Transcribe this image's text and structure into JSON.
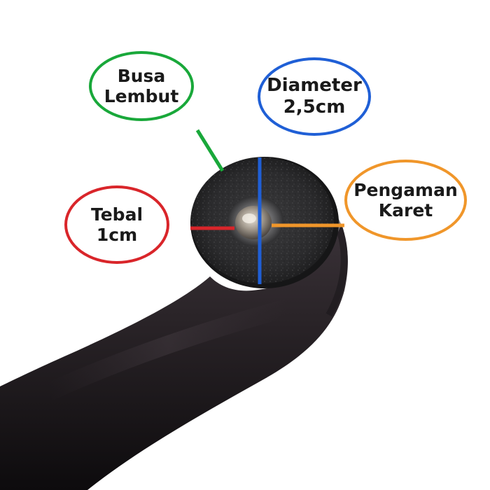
{
  "labels": {
    "busa": {
      "line1": "Busa",
      "line2": "Lembut",
      "color": "#19a83a"
    },
    "diameter": {
      "line1": "Diameter",
      "line2": "2,5cm",
      "color": "#1f5fd6"
    },
    "tebal": {
      "line1": "Tebal",
      "line2": "1cm",
      "color": "#d9252a"
    },
    "pengaman": {
      "line1": "Pengaman",
      "line2": "Karet",
      "color": "#f0962a"
    }
  },
  "image": {
    "subject": "black-foam-tube-icon",
    "background": "#ffffff"
  }
}
